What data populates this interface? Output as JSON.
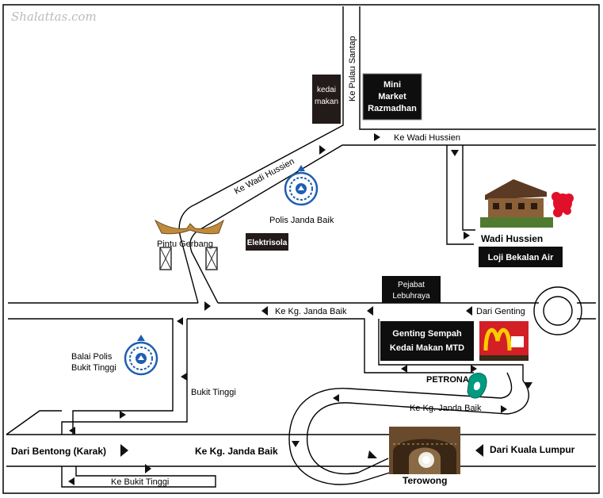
{
  "watermark": "Shalattas.com",
  "labels": {
    "ke_pulau_santap": "Ke Pulau Santap",
    "ke_wadi_hussien_top": "Ke Wadi Hussien",
    "ke_wadi_hussien_diag": "Ke Wadi Hussien",
    "polis_janda_baik": "Polis Janda Baik",
    "pintu_gerbang": "Pintu Gerbang",
    "wadi_hussien": "Wadi Hussien",
    "ke_kg_janda_baik_mid": "Ke Kg. Janda Baik",
    "dari_genting": "Dari Genting",
    "balai_polis_line1": "Balai Polis",
    "balai_polis_line2": "Bukit Tinggi",
    "bukit_tinggi": "Bukit Tinggi",
    "petronas": "PETRONAS",
    "ke_kg_janda_baik_loop": "Ke Kg. Janda Baik",
    "dari_bentong": "Dari Bentong (Karak)",
    "ke_kg_janda_baik_bottom": "Ke Kg. Janda Baik",
    "dari_kuala_lumpur": "Dari Kuala Lumpur",
    "terowong": "Terowong",
    "ke_bukit_tinggi": "Ke Bukit Tinggi"
  },
  "boxes": {
    "kedai_makan": [
      "kedai",
      "makan"
    ],
    "mini_market": [
      "Mini",
      "Market",
      "Razmadhan"
    ],
    "elektrisola": "Elektrisola",
    "loji": "Loji Bekalan Air",
    "pejabat": [
      "Pejabat",
      "Lebuhraya"
    ],
    "genting_sempah": [
      "Genting Sempah",
      "Kedai Makan MTD"
    ]
  },
  "colors": {
    "road": "#000000",
    "box_bg": "#111111",
    "police_blue": "#1f5fb0",
    "mcd_red": "#d31f26",
    "mcd_yellow": "#ffcc00",
    "petronas_green": "#009a82",
    "flower_red": "#e0102a"
  },
  "icons": [
    "police-badge-icon",
    "gate-icon",
    "mcdonalds-logo-icon",
    "petronas-logo-icon",
    "tunnel-photo",
    "wadi-hussien-photo"
  ]
}
